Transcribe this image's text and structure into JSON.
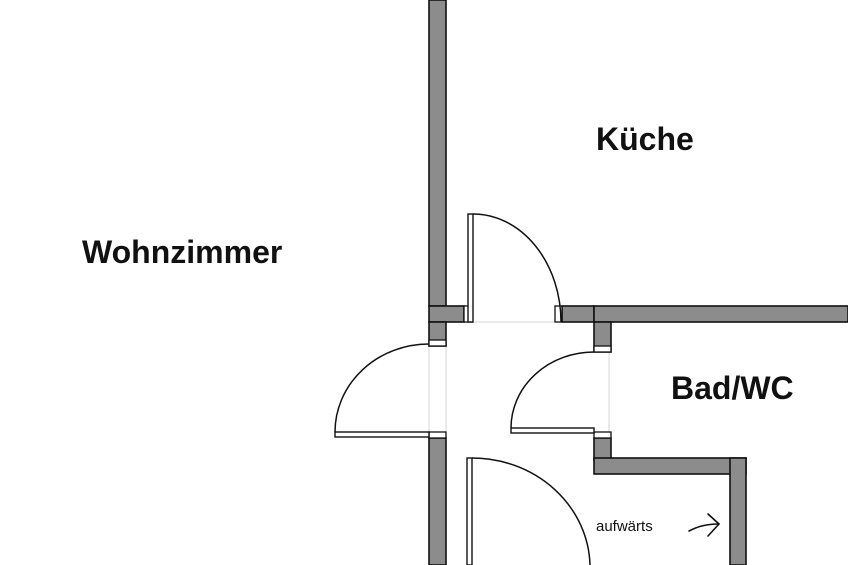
{
  "rooms": {
    "kueche": "Küche",
    "wohnzimmer": "Wohnzimmer",
    "bad": "Bad/WC"
  },
  "annotations": {
    "stairs": "aufwärts"
  },
  "colors": {
    "wall_fill": "#8c8c8c",
    "line": "#111111",
    "background": "#ffffff"
  }
}
